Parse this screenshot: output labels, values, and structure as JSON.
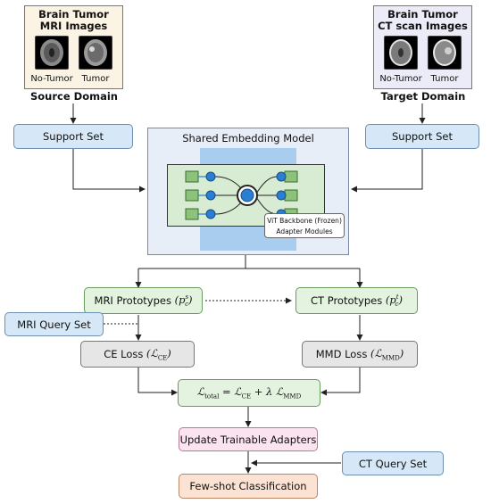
{
  "source": {
    "title_line1": "Brain Tumor",
    "title_line2": "MRI Images",
    "label_left": "No-Tumor",
    "label_right": "Tumor",
    "caption": "Source Domain"
  },
  "target": {
    "title_line1": "Brain Tumor",
    "title_line2": "CT scan Images",
    "label_left": "No-Tumor",
    "label_right": "Tumor",
    "caption": "Target Domain"
  },
  "support_left": "Support Set",
  "support_right": "Support Set",
  "embedding": {
    "title": "Shared Embedding Model",
    "legend_line1": "ViT Backbone (Frozen)",
    "legend_line2": "Adapter Modules"
  },
  "mri_prototypes": "MRI Prototypes",
  "mri_prototypes_symbol": "(p",
  "mri_prototypes_sup": "s",
  "mri_prototypes_sub": "c",
  "ct_prototypes": "CT Prototypes",
  "ct_prototypes_symbol": "(p",
  "ct_prototypes_sup": "t",
  "ct_prototypes_sub": "c",
  "mri_query": "MRI Query Set",
  "ce_loss": "CE Loss",
  "ce_loss_symbol": "(ℒ",
  "ce_loss_sub": "CE",
  "mmd_loss": "MMD Loss",
  "mmd_loss_symbol": "(ℒ",
  "mmd_loss_sub": "MMD",
  "total_loss": {
    "lhs": "ℒ",
    "lhs_sub": "total",
    "rhs1": "= ℒ",
    "rhs1_sub": "CE",
    "rhs2": "+ λ ℒ",
    "rhs2_sub": "MMD"
  },
  "update": "Update Trainable Adapters",
  "ct_query": "CT Query Set",
  "fewshot": "Few-shot Classification",
  "colors": {
    "blue_box": "#d6e8f7",
    "green_box": "#e3f3df",
    "gray_box": "#e6e6e6",
    "pink_box": "#fbe3f0",
    "orange_box": "#fbe2d2",
    "embed_bg": "#e8eef8",
    "source_bg": "#fbf3e3",
    "target_bg": "#ecebf8"
  }
}
